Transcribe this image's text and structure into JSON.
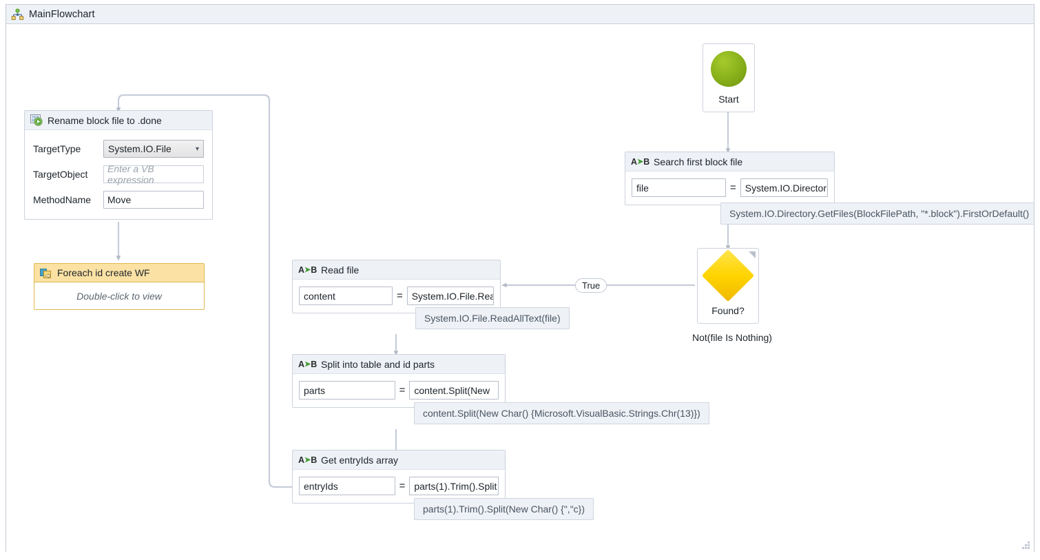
{
  "window": {
    "breadcrumb": "MainFlowchart",
    "breadcrumb_icon": "flowchart-icon",
    "resize_grip_icon": "resize-grip-icon"
  },
  "flowchart": {
    "start": {
      "label": "Start",
      "icon": "start-circle-icon"
    },
    "decision": {
      "label": "Found?",
      "expression": "Not(file Is Nothing)",
      "icon": "decision-diamond-icon",
      "true_branch_label": "True"
    },
    "activities": [
      {
        "id": "search-first-block-file",
        "type": "assign",
        "icon": "assign-icon",
        "title": "Search first block file",
        "to": "file",
        "operator": "=",
        "value": "System.IO.Director",
        "value_full": "System.IO.Directory.GetFiles(BlockFilePath, \"*.block\").FirstOrDefault()"
      },
      {
        "id": "read-file",
        "type": "assign",
        "icon": "assign-icon",
        "title": "Read file",
        "to": "content",
        "operator": "=",
        "value": "System.IO.File.Reac",
        "value_full": "System.IO.File.ReadAllText(file)"
      },
      {
        "id": "split-into-table-and-id-parts",
        "type": "assign",
        "icon": "assign-icon",
        "title": "Split into table and id parts",
        "to": "parts",
        "operator": "=",
        "value": "content.Split(New ",
        "value_full": "content.Split(New Char() {Microsoft.VisualBasic.Strings.Chr(13)})"
      },
      {
        "id": "get-entryids-array",
        "type": "assign",
        "icon": "assign-icon",
        "title": "Get entryIds array",
        "to": "entryIds",
        "operator": "=",
        "value": "parts(1).Trim().Split",
        "value_full": "parts(1).Trim().Split(New Char() {\",\"c})"
      }
    ],
    "invoke_method": {
      "id": "rename-block-file-to-done",
      "icon": "invoke-method-icon",
      "title": "Rename block file to .done",
      "properties": [
        {
          "label": "TargetType",
          "kind": "combo",
          "value": "System.IO.File"
        },
        {
          "label": "TargetObject",
          "kind": "placeholder",
          "value": "Enter a VB expression"
        },
        {
          "label": "MethodName",
          "kind": "text",
          "value": "Move"
        }
      ],
      "chevron_icon": "chevron-down-icon"
    },
    "foreach": {
      "id": "foreach-id-create-wf",
      "icon": "foreach-icon",
      "title": "Foreach id create WF",
      "body_hint": "Double-click to view"
    }
  },
  "colors": {
    "start_green": "#8bb41c",
    "decision_yellow": "#ffd400",
    "foreach_amber": "#fbe2a4",
    "header_grey": "#eef1f6",
    "connector_grey": "#c6ccd8"
  }
}
